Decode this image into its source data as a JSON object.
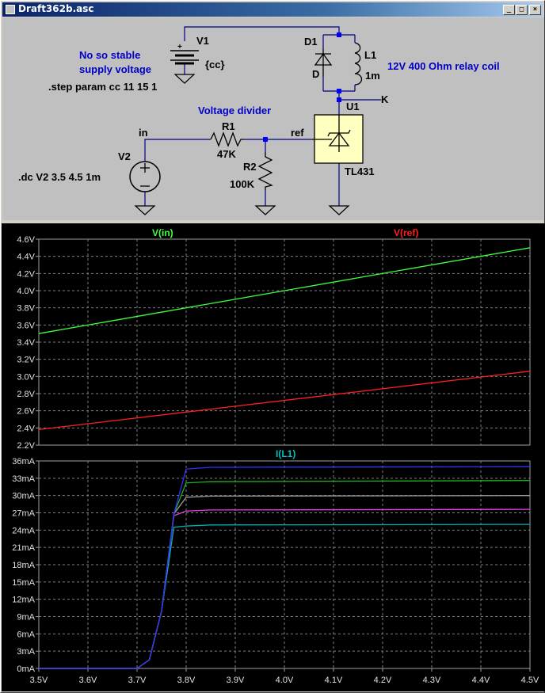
{
  "window": {
    "title": "Draft362b.asc",
    "buttons": {
      "minimize": "_",
      "maximize": "□",
      "close": "×"
    }
  },
  "schematic": {
    "labels": {
      "v1": "V1",
      "cc": "{cc}",
      "supply_note_1": "No so stable",
      "supply_note_2": "supply voltage",
      "step": ".step param cc 11 15 1",
      "d1": "D1",
      "d": "D",
      "l1": "L1",
      "l1_val": "1m",
      "relay": "12V 400 Ohm relay coil",
      "k": "K",
      "u1": "U1",
      "u1_type": "TL431",
      "divider": "Voltage divider",
      "r1": "R1",
      "r1_val": "47K",
      "r2": "R2",
      "r2_val": "100K",
      "in": "in",
      "ref": "ref",
      "v2": "V2",
      "dc": ".dc V2 3.5 4.5 1m",
      "plus": "+"
    },
    "colors": {
      "background": "#c0c0c0",
      "text_blue": "#0000c8",
      "wire": "#000080",
      "junction": "#0000ff",
      "tl431_fill": "#ffffc0"
    }
  },
  "chart_data": [
    {
      "type": "line",
      "title": "",
      "xlabel": "",
      "ylabel": "",
      "xlim": [
        3.5,
        4.5
      ],
      "ylim": [
        2.2,
        4.6
      ],
      "yticks": [
        "2.2V",
        "2.4V",
        "2.6V",
        "2.8V",
        "3.0V",
        "3.2V",
        "3.4V",
        "3.6V",
        "3.8V",
        "4.0V",
        "4.2V",
        "4.4V",
        "4.6V"
      ],
      "grid": true,
      "background": "#000000",
      "series": [
        {
          "name": "V(in)",
          "color": "#40ff40",
          "x": [
            3.5,
            4.5
          ],
          "y": [
            3.5,
            4.5
          ]
        },
        {
          "name": "V(ref)",
          "color": "#ff2020",
          "x": [
            3.5,
            4.5
          ],
          "y": [
            2.381,
            3.061
          ]
        }
      ]
    },
    {
      "type": "line",
      "title": "",
      "xlabel": "",
      "ylabel": "",
      "xlim": [
        3.5,
        4.5
      ],
      "ylim": [
        0,
        36
      ],
      "yunit": "mA",
      "yticks": [
        "0mA",
        "3mA",
        "6mA",
        "9mA",
        "12mA",
        "15mA",
        "18mA",
        "21mA",
        "24mA",
        "27mA",
        "30mA",
        "33mA",
        "36mA"
      ],
      "xticks": [
        "3.5V",
        "3.6V",
        "3.7V",
        "3.8V",
        "3.9V",
        "4.0V",
        "4.1V",
        "4.2V",
        "4.3V",
        "4.4V",
        "4.5V"
      ],
      "grid": true,
      "background": "#000000",
      "series_label": "I(L1)",
      "series_label_color": "#00c0c0",
      "series": [
        {
          "color": "#00b0b0",
          "x": [
            3.5,
            3.7,
            3.725,
            3.75,
            3.775,
            3.8,
            3.85,
            4.5
          ],
          "y": [
            0,
            0,
            1.5,
            10,
            24.5,
            24.7,
            24.9,
            25.0
          ]
        },
        {
          "color": "#e040e0",
          "x": [
            3.5,
            3.7,
            3.725,
            3.75,
            3.775,
            3.8,
            3.85,
            4.5
          ],
          "y": [
            0,
            0,
            1.5,
            10,
            26.5,
            27.3,
            27.5,
            27.6
          ]
        },
        {
          "color": "#a0a0a0",
          "x": [
            3.5,
            3.7,
            3.725,
            3.75,
            3.775,
            3.8,
            3.85,
            4.5
          ],
          "y": [
            0,
            0,
            1.5,
            10,
            26.8,
            29.7,
            29.9,
            30.0
          ]
        },
        {
          "color": "#20b020",
          "x": [
            3.5,
            3.7,
            3.725,
            3.75,
            3.775,
            3.8,
            3.85,
            4.5
          ],
          "y": [
            0,
            0,
            1.5,
            10,
            26.8,
            32.2,
            32.4,
            32.6
          ]
        },
        {
          "color": "#3030ff",
          "x": [
            3.5,
            3.7,
            3.725,
            3.75,
            3.775,
            3.8,
            3.85,
            4.5
          ],
          "y": [
            0,
            0,
            1.5,
            10,
            26.8,
            34.6,
            34.9,
            35.0
          ]
        }
      ]
    }
  ]
}
